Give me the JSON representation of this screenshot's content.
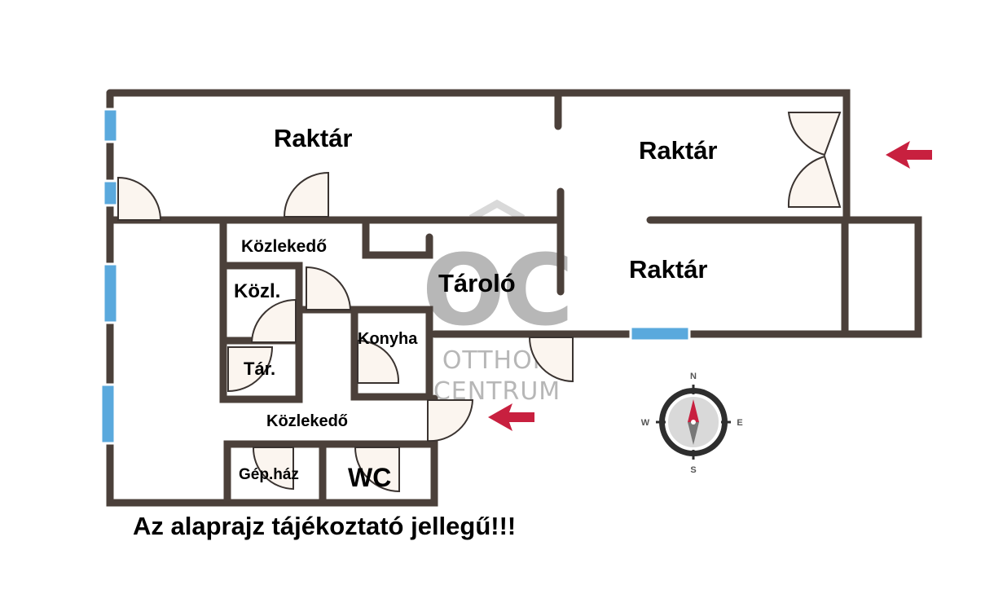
{
  "rooms": {
    "raktar_1": "Raktár",
    "raktar_2": "Raktár",
    "raktar_3": "Raktár",
    "kozlekedo_1": "Közlekedő",
    "kozl": "Közl.",
    "tar": "Tár.",
    "konyha": "Konyha",
    "tarolo": "Tároló",
    "kozlekedo_2": "Közlekedő",
    "gephaz": "Gép.ház",
    "wc": "WC"
  },
  "watermark": {
    "logo": "OC",
    "line1": "OTTHON",
    "line2": "CENTRUM"
  },
  "compass": {
    "n": "N",
    "e": "E",
    "s": "S",
    "w": "W"
  },
  "disclaimer": "Az alaprajz tájékoztató jellegű!!!",
  "colors": {
    "wall": "#4b403a",
    "window": "#5aa9dd",
    "arrow": "#c8203f",
    "door_fill": "#fbf5ef"
  }
}
